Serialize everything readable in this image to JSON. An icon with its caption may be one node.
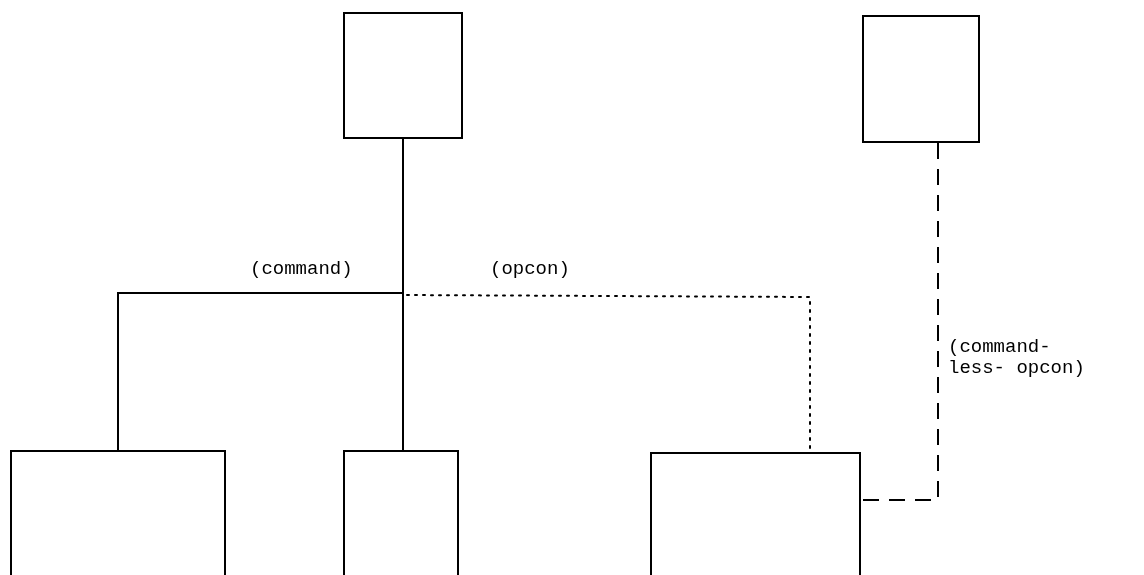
{
  "diagram": {
    "nodes": [
      {
        "text": [],
        "shape": "box"
      },
      {
        "text": [],
        "shape": "box"
      },
      {
        "text": [],
        "shape": "box"
      },
      {
        "text": [],
        "shape": "box"
      },
      {
        "text": [],
        "shape": "box"
      }
    ],
    "edges": [
      {
        "from": 0,
        "to": 2,
        "arrow": "none",
        "label": "(command)"
      },
      {
        "from": 0,
        "to": 3,
        "arrow": "none"
      },
      {
        "from": 0,
        "to": 4,
        "arrow": "none",
        "style": "dashed",
        "label": "(opcon)"
      },
      {
        "from": 1,
        "to": 4,
        "arrow": "none",
        "style": "dashed",
        "label": "(command- less- opcon)"
      }
    ]
  }
}
